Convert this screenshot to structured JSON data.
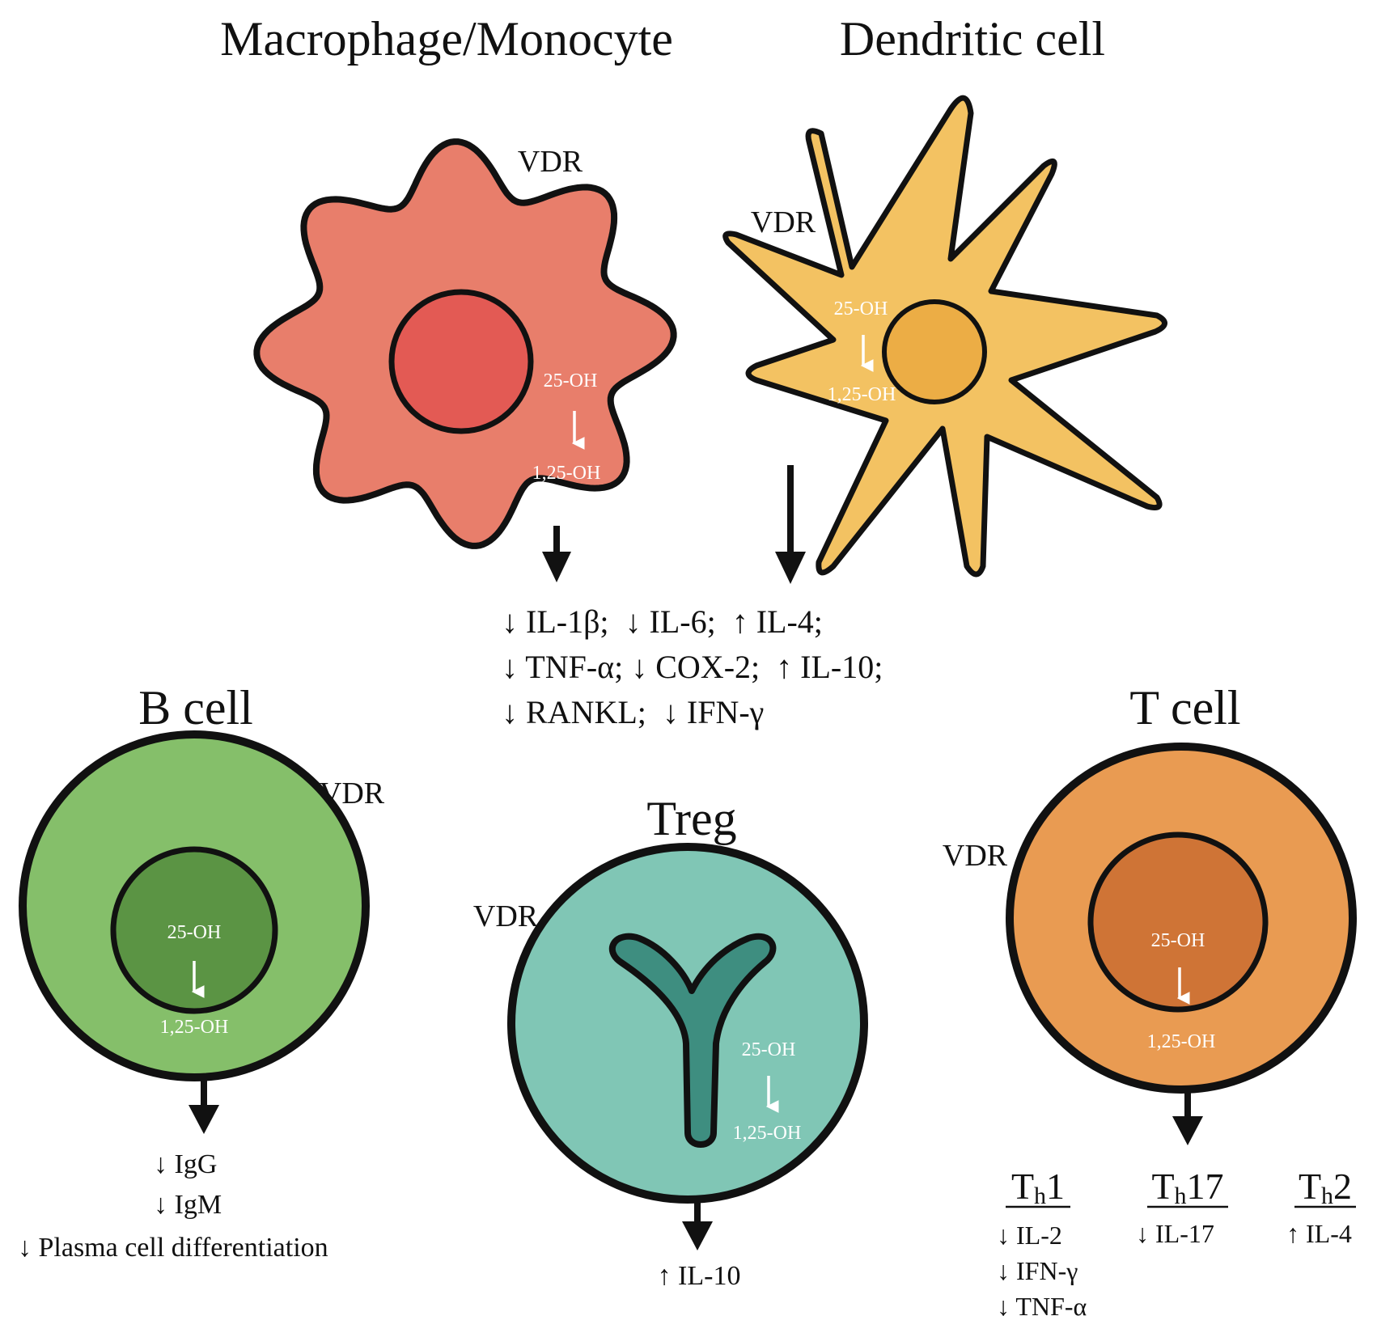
{
  "colors": {
    "macrophage_body": "#e87e6b",
    "macrophage_nucleus": "#e35a54",
    "dendritic_body": "#f3c262",
    "dendritic_nucleus": "#ecad45",
    "bcell_body": "#85bf6a",
    "bcell_nucleus": "#5b9444",
    "treg_body": "#80c6b5",
    "treg_receptor": "#3e8e80",
    "tcell_body": "#e99b52",
    "tcell_nucleus": "#cf7436",
    "outline": "#111111"
  },
  "macrophage": {
    "title": "Macrophage/Monocyte",
    "vdr": "VDR",
    "precursor": "25-OH",
    "active": "1,25-OH"
  },
  "dendritic": {
    "title": "Dendritic cell",
    "vdr": "VDR",
    "precursor": "25-OH",
    "active": "1,25-OH"
  },
  "shared_effects": [
    "↓ IL-1β;  ↓ IL-6;  ↑ IL-4;",
    "↓ TNF-α; ↓ COX-2;  ↑ IL-10;",
    "↓ RANKL;  ↓ IFN-γ"
  ],
  "bcell": {
    "title": "B cell",
    "vdr": "VDR",
    "precursor": "25-OH",
    "active": "1,25-OH",
    "effects": [
      "↓ IgG",
      "↓ IgM",
      "↓ Plasma cell differentiation"
    ]
  },
  "treg": {
    "title": "Treg",
    "vdr": "VDR",
    "precursor": "25-OH",
    "active": "1,25-OH",
    "effects": [
      "↑ IL-10"
    ]
  },
  "tcell": {
    "title": "T cell",
    "vdr": "VDR",
    "precursor": "25-OH",
    "active": "1,25-OH",
    "subsets": [
      {
        "prefix": "T",
        "sub": "h",
        "suffix": "1",
        "effects": [
          "↓ IL-2",
          "↓ IFN-γ",
          "↓ TNF-α"
        ]
      },
      {
        "prefix": "T",
        "sub": "h",
        "suffix": "17",
        "effects": [
          "↓ IL-17"
        ]
      },
      {
        "prefix": "T",
        "sub": "h",
        "suffix": "2",
        "effects": [
          "↑ IL-4"
        ]
      }
    ]
  }
}
